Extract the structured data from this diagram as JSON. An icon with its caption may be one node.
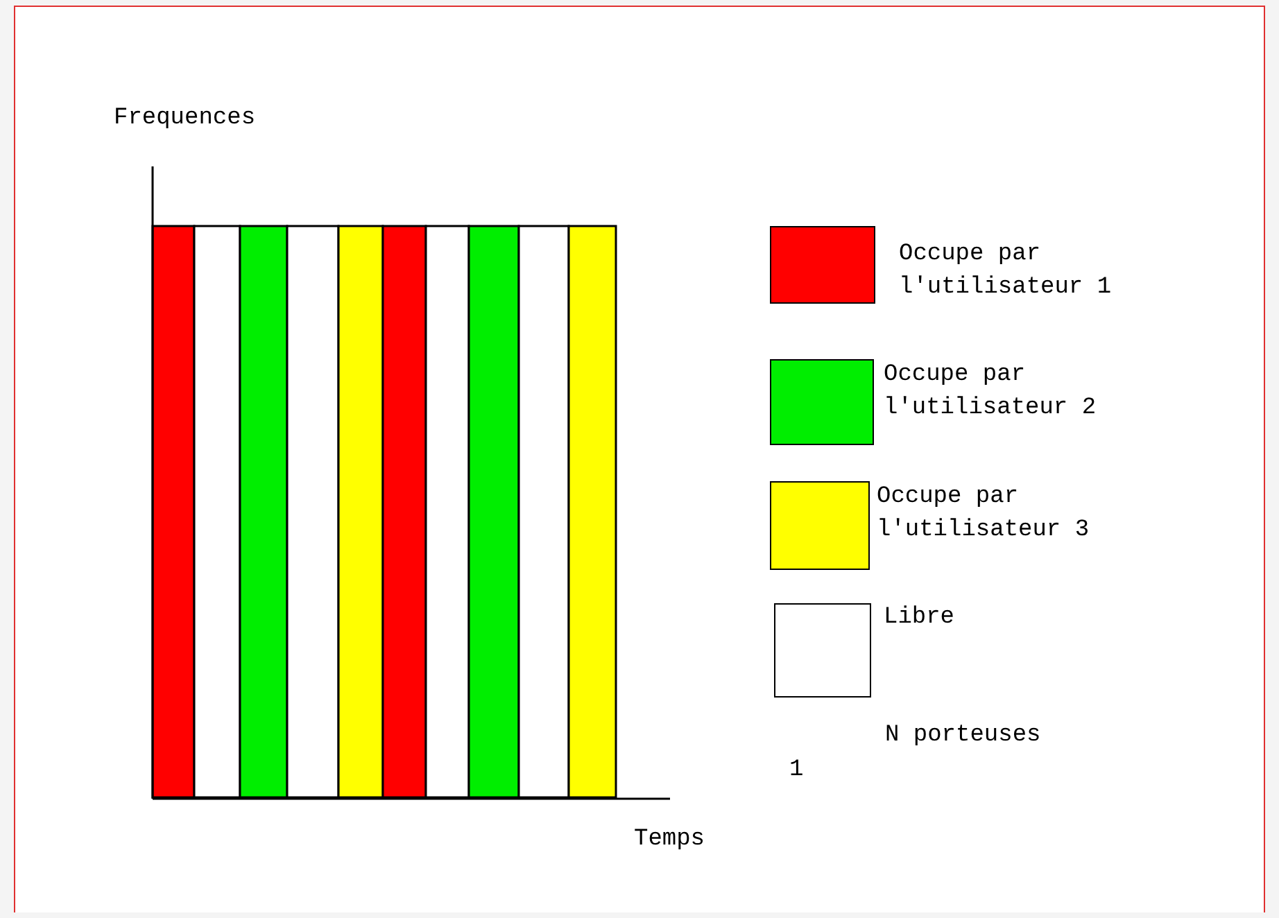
{
  "diagram": {
    "labels": [
      "Frequences",
      "N porteuses",
      "1",
      "Temps"
    ],
    "legend": [
      {
        "text": "Occupe par l'utilisateur 1",
        "color": "#ff0000"
      },
      {
        "text": "Occupe par l'utilisateur 2",
        "color": "#00ee00"
      },
      {
        "text": "Occupe par l'utilisateur 3",
        "color": "#ffff00"
      },
      {
        "text": "Libre",
        "color": "#ffffff"
      }
    ]
  }
}
